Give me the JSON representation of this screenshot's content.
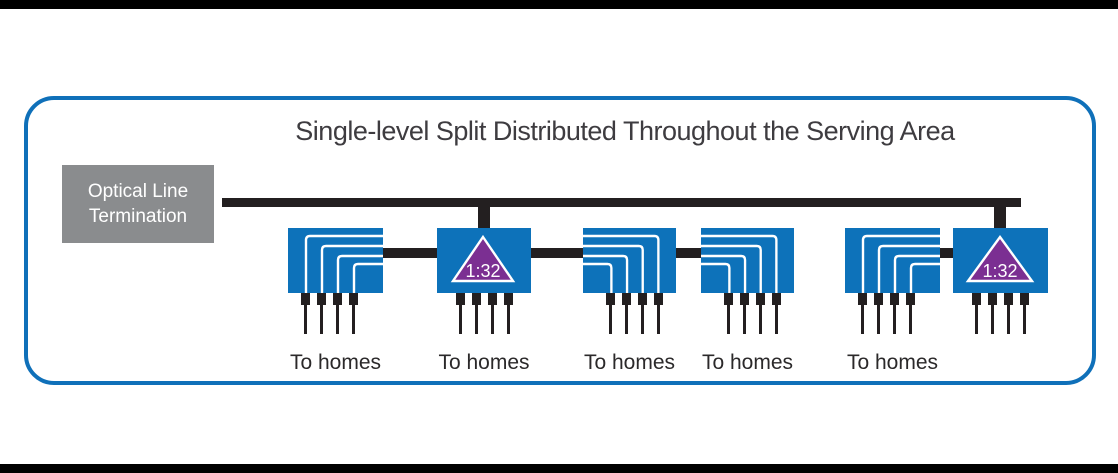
{
  "title": "Single-level Split Distributed Throughout the Serving Area",
  "olt": {
    "label": "Optical Line Termination"
  },
  "splitters": [
    {
      "id": 1,
      "type": "fanout-right",
      "homes_label": "To homes"
    },
    {
      "id": 2,
      "type": "ratio-triangle",
      "ratio_label": "1:32",
      "homes_label": "To homes"
    },
    {
      "id": 3,
      "type": "fanout-left",
      "homes_label": "To homes"
    },
    {
      "id": 4,
      "type": "fanout-left",
      "homes_label": "To homes"
    },
    {
      "id": 5,
      "type": "fanout-right",
      "homes_label": "To homes"
    },
    {
      "id": 6,
      "type": "ratio-triangle",
      "ratio_label": "1:32"
    }
  ],
  "colors": {
    "frame-blue": "#0F70B9",
    "box-blue": "#0D72BA",
    "splitter-purple": "#7B2F92",
    "line-dark": "#231F20",
    "olt-gray": "#8A8C8E",
    "title-gray": "#3E3C40",
    "label-dark": "#2B292A",
    "background": "#FFFFFF",
    "bar-black": "#000000",
    "fanout-white": "#FFFFFF"
  }
}
